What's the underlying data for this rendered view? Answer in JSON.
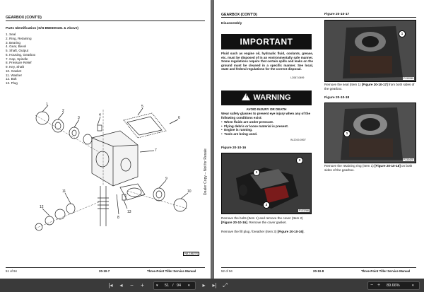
{
  "left_page": {
    "header": "GEARBOX (CONT'D)",
    "section_title": "Parts Identification (S/N B5E500101 & Above)",
    "parts": [
      "1.  Seal",
      "2.  Ring, Retaining",
      "3.  Bearing",
      "4.  Gear, Bevel",
      "5.  Shaft, Output",
      "6.  Housing, Gearbox",
      "7.  Cap, Spindle",
      "8.  Pressure Relief",
      "9.  Key, Shaft",
      "10. Gasket",
      "11. Washer",
      "12. Bolt",
      "13. Plug"
    ],
    "callouts": [
      "1",
      "2",
      "3",
      "4",
      "5",
      "6",
      "7",
      "8",
      "9",
      "10",
      "11",
      "12",
      "13"
    ],
    "drawing_id": "NA-18627S",
    "side_note": "Dealer Copy -- Not for Resale",
    "footer_left": "51 of 94",
    "footer_center": "20-10-7",
    "footer_right": "Three-Point Tiller Service Manual"
  },
  "right_page": {
    "header": "GEARBOX (CONT'D)",
    "section_title": "Disassembly",
    "important_label": "IMPORTANT",
    "important_text": "Fluid such as engine oil, hydraulic fluid, coolants, grease, etc. must be disposed of in an environmentally safe manner. Some regulations require that certain spills and leaks on the ground must be cleaned in a specific manner. See local, state and federal regulations for the correct disposal.",
    "important_code": "I-2067-0499",
    "warning_label": "WARNING",
    "warning_subtitle": "AVOID INJURY OR DEATH",
    "warning_intro": "Wear safety glasses to prevent eye injury when any of the following conditions exist:",
    "warning_items": [
      "When fluids are under pressure.",
      "Flying debris or loose material is present.",
      "Engine is running.",
      "Tools are being used."
    ],
    "warning_code": "W-2019-0907",
    "fig16_title": "Figure 20-10-16",
    "fig16_photo_id": "P133286",
    "fig16_callouts": [
      "1",
      "2",
      "3"
    ],
    "para1_a": "Remove the bolts (Item 1) and remove the cover (Item 2) ",
    "para1_ref": "[Figure 20-10-16]",
    "para1_b": ". Remove the cover gasket.",
    "para2_a": "Remove the fill plug / breather (Item 3) ",
    "para2_ref": "[Figure 20-10-16]",
    "para2_b": ".",
    "fig17_title": "Figure 20-10-17",
    "fig17_photo_id": "P133289",
    "fig17_callout": "1",
    "fig17_text_a": "Remove the seal (Item 1) ",
    "fig17_ref": "[Figure 20-10-17]",
    "fig17_text_b": " from both sides of the gearbox.",
    "fig18_title": "Figure 20-10-18",
    "fig18_photo_id": "P133420",
    "fig18_callout": "1",
    "fig18_text_a": "Remove the retaining ring (Item 1) ",
    "fig18_ref": "[Figure 20-10-18]",
    "fig18_text_b": " on both sides of the gearbox.",
    "footer_left": "52 of 94",
    "footer_center": "20-10-8",
    "footer_right": "Three-Point Tiller Service Manual"
  },
  "toolbar": {
    "page_current": "51",
    "page_separator": "/",
    "page_total": "94",
    "zoom": "89.66%"
  },
  "colors": {
    "toolbar_bg": "#3a3a3a",
    "viewer_bg": "#707070"
  }
}
